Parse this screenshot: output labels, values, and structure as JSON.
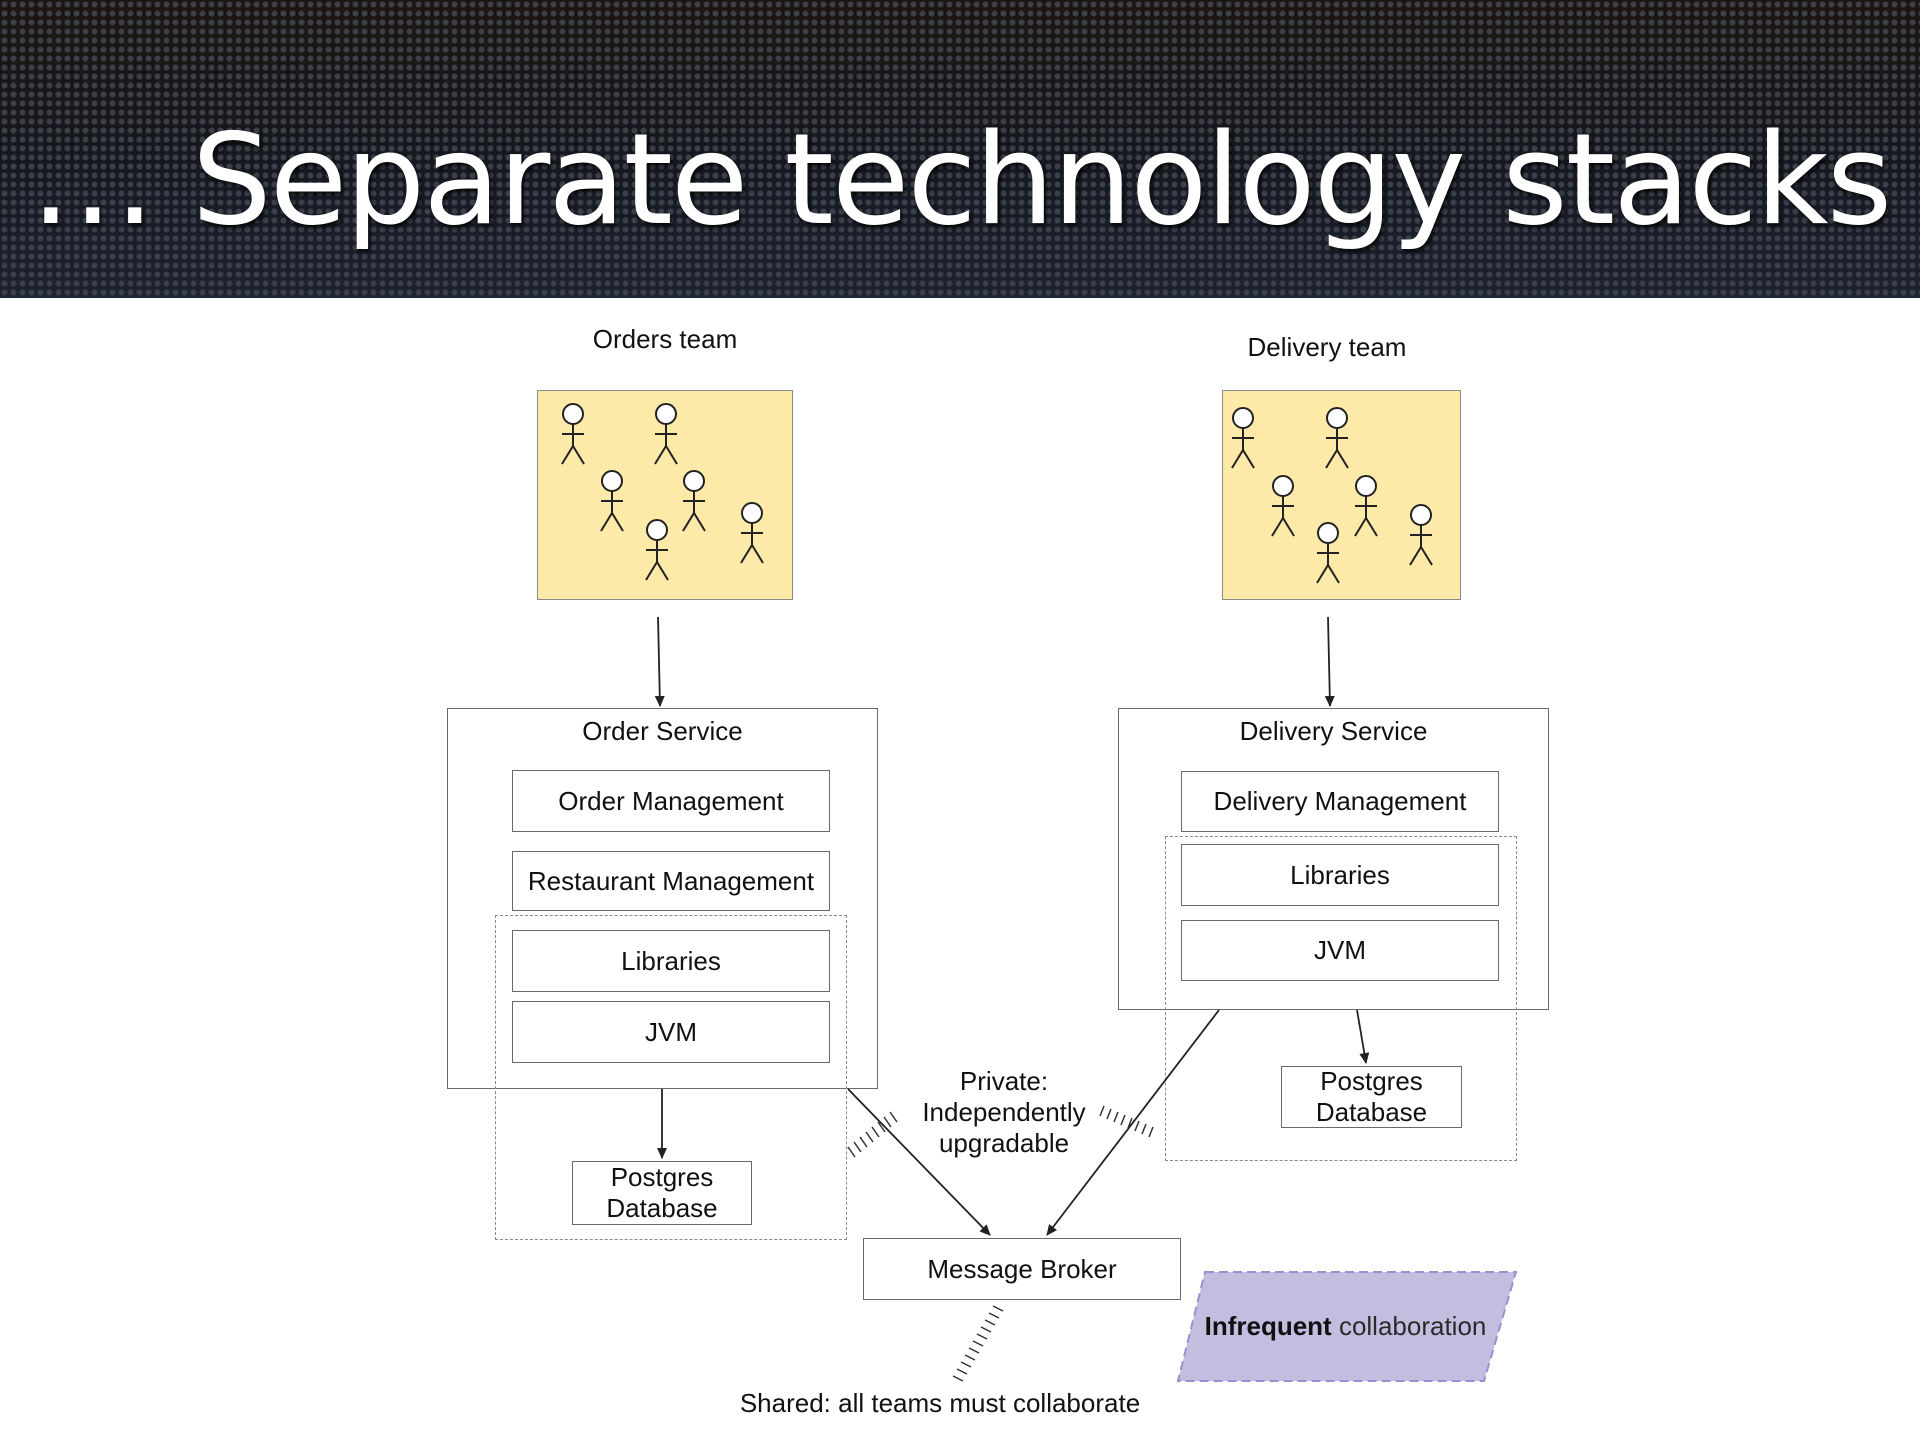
{
  "slide": {
    "title": "… Separate technology stacks"
  },
  "diagram": {
    "orders_team_label": "Orders team",
    "delivery_team_label": "Delivery team",
    "order_service": {
      "title": "Order Service",
      "components": [
        "Order Management",
        "Restaurant Management",
        "Libraries",
        "JVM"
      ],
      "database": "Postgres\nDatabase"
    },
    "delivery_service": {
      "title": "Delivery Service",
      "components": [
        "Delivery Management",
        "Libraries",
        "JVM"
      ],
      "database": "Postgres\nDatabase"
    },
    "message_broker": "Message Broker",
    "private_note": "Private:\nIndependently\nupgradable",
    "shared_note": "Shared: all teams must  collaborate",
    "callout": {
      "bold": "Infrequent",
      "rest": " collaboration",
      "fill_color": "#c5bde0",
      "border_color": "#9c8fd0"
    },
    "team_fill_color": "#fde9a8"
  }
}
